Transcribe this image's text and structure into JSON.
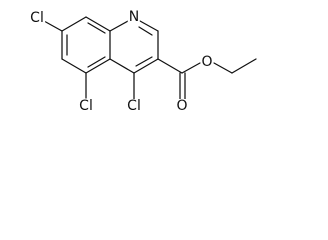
{
  "structure": {
    "atoms": {
      "nitrogen": "N",
      "chlorine_7": "Cl",
      "chlorine_5": "Cl",
      "chlorine_4": "Cl",
      "carbonyl_oxygen": "O",
      "ester_oxygen": "O"
    },
    "line_color": "#111111",
    "background_color": "#ffffff"
  }
}
